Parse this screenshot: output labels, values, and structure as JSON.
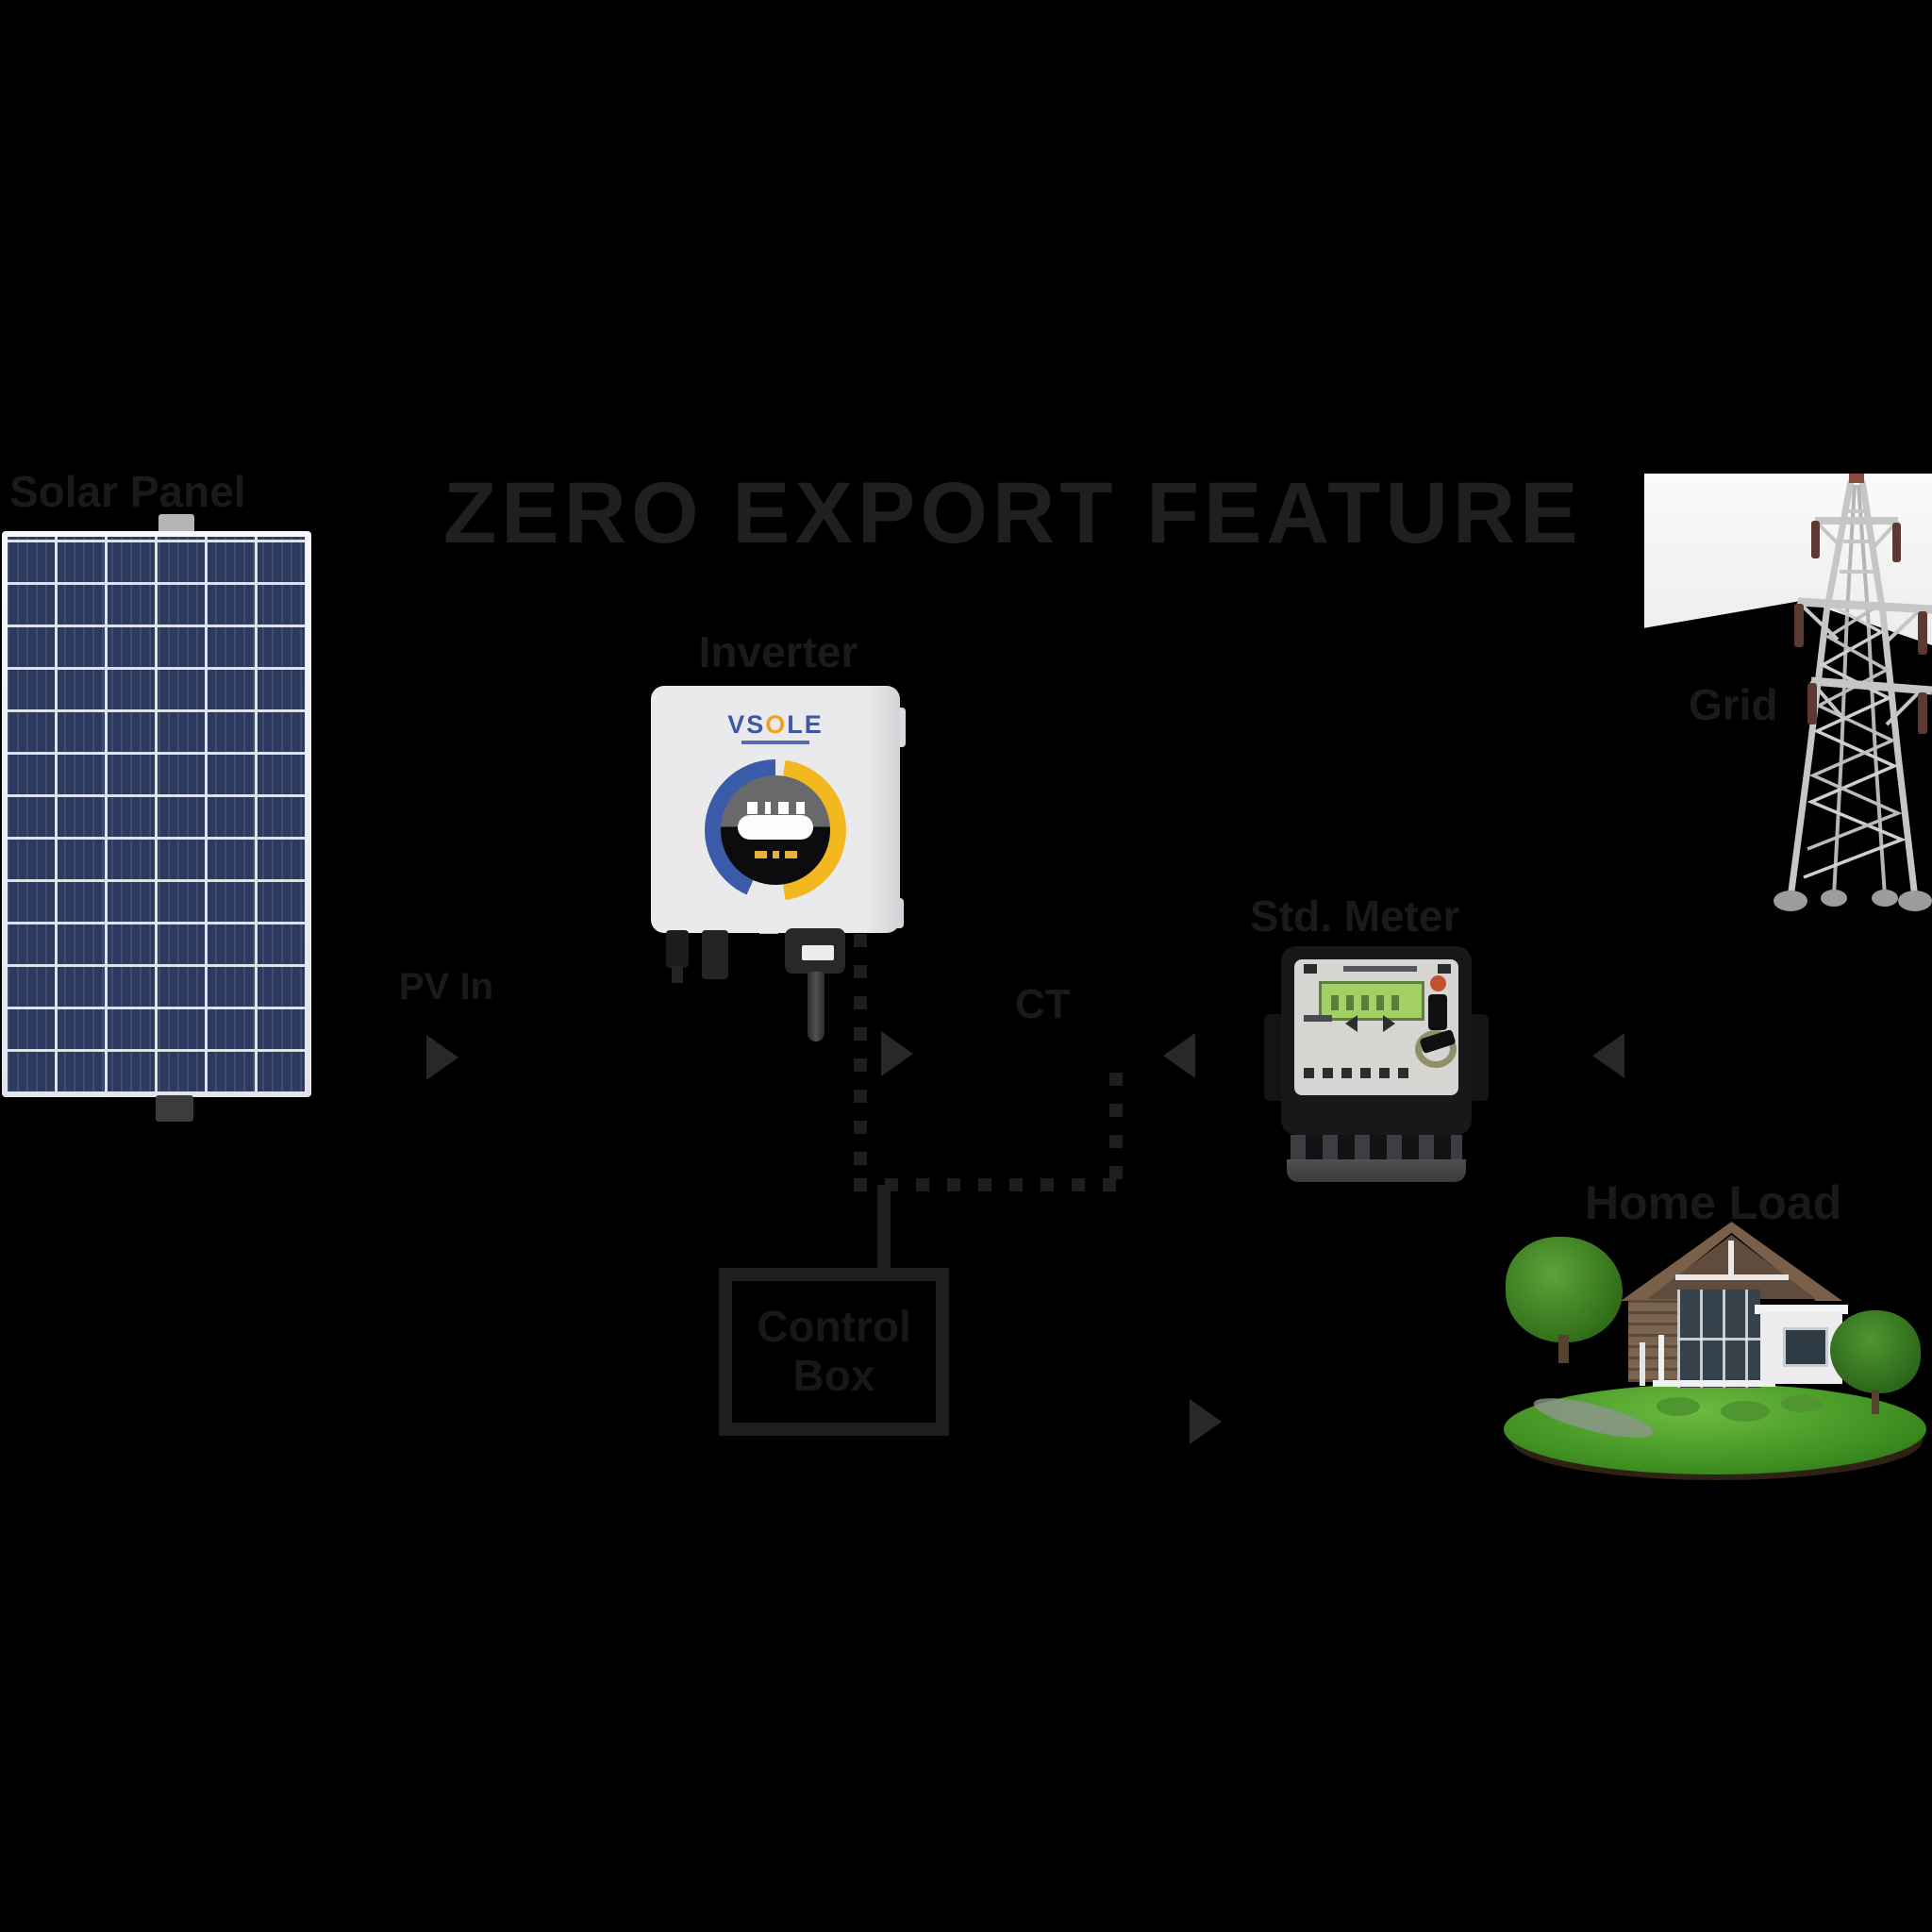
{
  "title": "ZERO EXPORT FEATURE",
  "nodes": {
    "solar_panel": {
      "label": "Solar Panel"
    },
    "inverter": {
      "label": "Inverter",
      "brand_prefix": "VS",
      "brand_accent": "O",
      "brand_suffix": "LE"
    },
    "grid": {
      "label": "Grid"
    },
    "meter": {
      "label": "Std. Meter"
    },
    "control_box": {
      "label": "Control Box"
    },
    "home_load": {
      "label": "Home Load"
    }
  },
  "flows": {
    "pv_in": {
      "label": "PV In"
    },
    "ct": {
      "label": "CT"
    }
  },
  "colors": {
    "background": "#000000",
    "diagram_ink": "#1e1e1e",
    "panel_cell_blue": "#2c3a60",
    "inverter_body": "#eaeaec",
    "inverter_ring_blue": "#3a5ca8",
    "inverter_ring_yellow": "#f3b71f",
    "inverter_brand_blue": "#3d56a6",
    "inverter_brand_orange": "#f0a21b",
    "meter_lcd_green": "#a3d064",
    "grass_green": "#3a8a1f"
  }
}
